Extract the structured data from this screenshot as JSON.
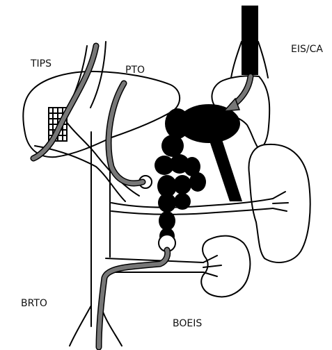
{
  "labels": {
    "tips": "TIPS",
    "pto": "PTO",
    "eis_ca": "EIS/CA",
    "brto": "BRTO",
    "boeis": "BOEIS"
  },
  "colors": {
    "catheter": "#777777",
    "varices": "#000000",
    "outline": "#000000",
    "background": "#ffffff"
  }
}
